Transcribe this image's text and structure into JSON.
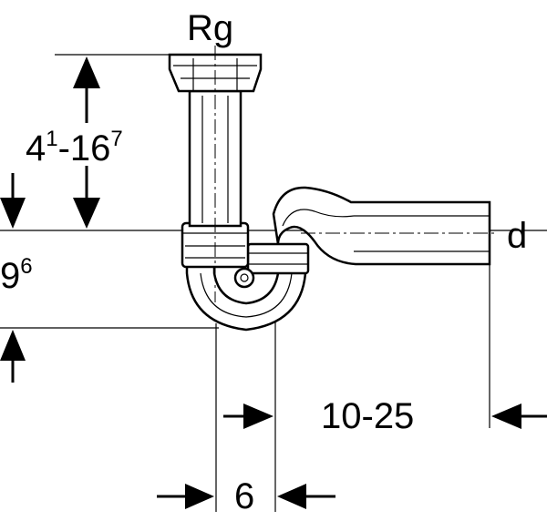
{
  "labels": {
    "top_connector": "Rg",
    "height_range_base_1": "4",
    "height_range_sup_1": "1",
    "height_range_mid": "-16",
    "height_range_sup_2": "7",
    "depth_base": "9",
    "depth_sup": "6",
    "outlet_diameter": "d",
    "outlet_length": "10-25",
    "trap_width": "6"
  }
}
